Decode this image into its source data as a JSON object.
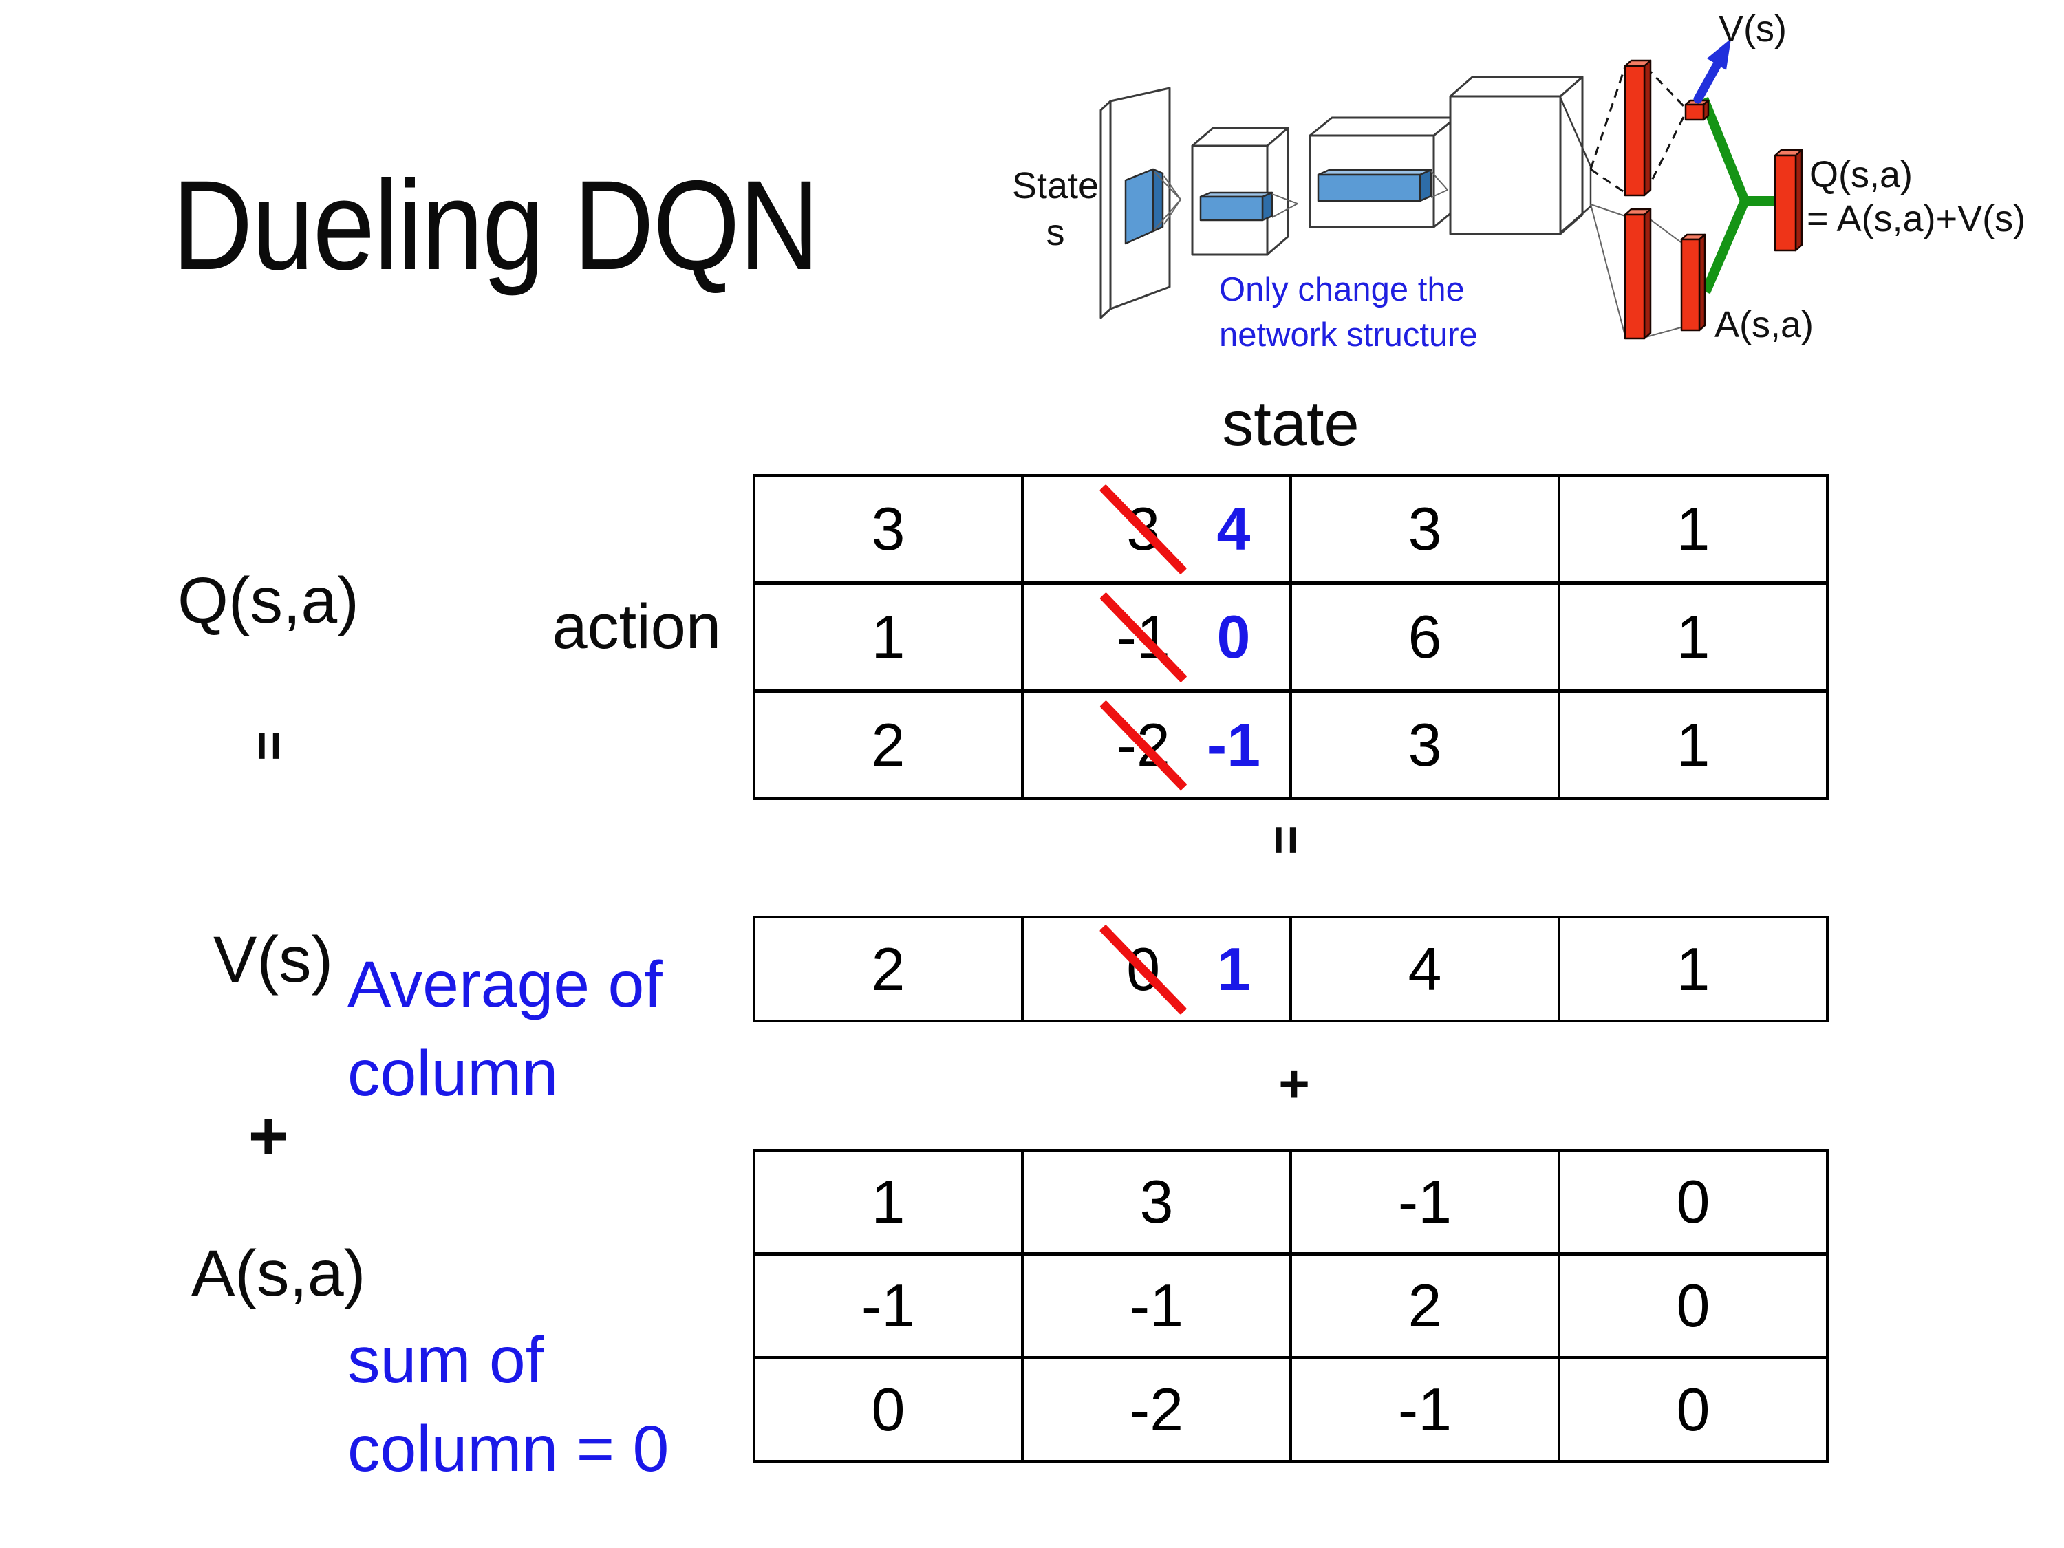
{
  "title": "Dueling DQN",
  "colors": {
    "blue": "#1a18e8",
    "note_blue": "#1f1fe0",
    "red": "#ee1111",
    "green": "#159415",
    "arrow_blue": "#2130dc",
    "bar_red": "#ee3418",
    "bar_red_top": "#f47c63",
    "bar_red_side": "#9c1f0e",
    "filter_blue": "#5b9bd5",
    "filter_blue_top": "#9cc3e8",
    "filter_blue_side": "#2e6da8"
  },
  "network_diagram": {
    "input_label_line1": "State",
    "input_label_line2": "s",
    "note_line1": "Only change the",
    "note_line2": "network structure",
    "v_output_label": "V(s)",
    "q_output_label": "Q(s,a)",
    "q_output_formula": "= A(s,a)+V(s)",
    "a_output_label": "A(s,a)"
  },
  "equation": {
    "q_label": "Q(s,a)",
    "equals_left": "=",
    "v_label": "V(s)",
    "plus_left": "+",
    "a_label": "A(s,a)",
    "equals_mid": "=",
    "plus_mid": "+",
    "axis_state": "state",
    "axis_action": "action",
    "v_note_line1": "Average of",
    "v_note_line2": "column",
    "a_note_line1": "sum of",
    "a_note_line2": "column = 0"
  },
  "q_table": {
    "rows": [
      [
        {
          "v": "3"
        },
        {
          "old": "3",
          "new": "4"
        },
        {
          "v": "3"
        },
        {
          "v": "1"
        }
      ],
      [
        {
          "v": "1"
        },
        {
          "old": "-1",
          "new": "0"
        },
        {
          "v": "6"
        },
        {
          "v": "1"
        }
      ],
      [
        {
          "v": "2"
        },
        {
          "old": "-2",
          "new": "-1"
        },
        {
          "v": "3"
        },
        {
          "v": "1"
        }
      ]
    ]
  },
  "v_table": {
    "rows": [
      [
        {
          "v": "2"
        },
        {
          "old": "0",
          "new": "1"
        },
        {
          "v": "4"
        },
        {
          "v": "1"
        }
      ]
    ]
  },
  "a_table": {
    "rows": [
      [
        {
          "v": "1"
        },
        {
          "v": "3"
        },
        {
          "v": "-1"
        },
        {
          "v": "0"
        }
      ],
      [
        {
          "v": "-1"
        },
        {
          "v": "-1"
        },
        {
          "v": "2"
        },
        {
          "v": "0"
        }
      ],
      [
        {
          "v": "0"
        },
        {
          "v": "-2"
        },
        {
          "v": "-1"
        },
        {
          "v": "0"
        }
      ]
    ]
  }
}
